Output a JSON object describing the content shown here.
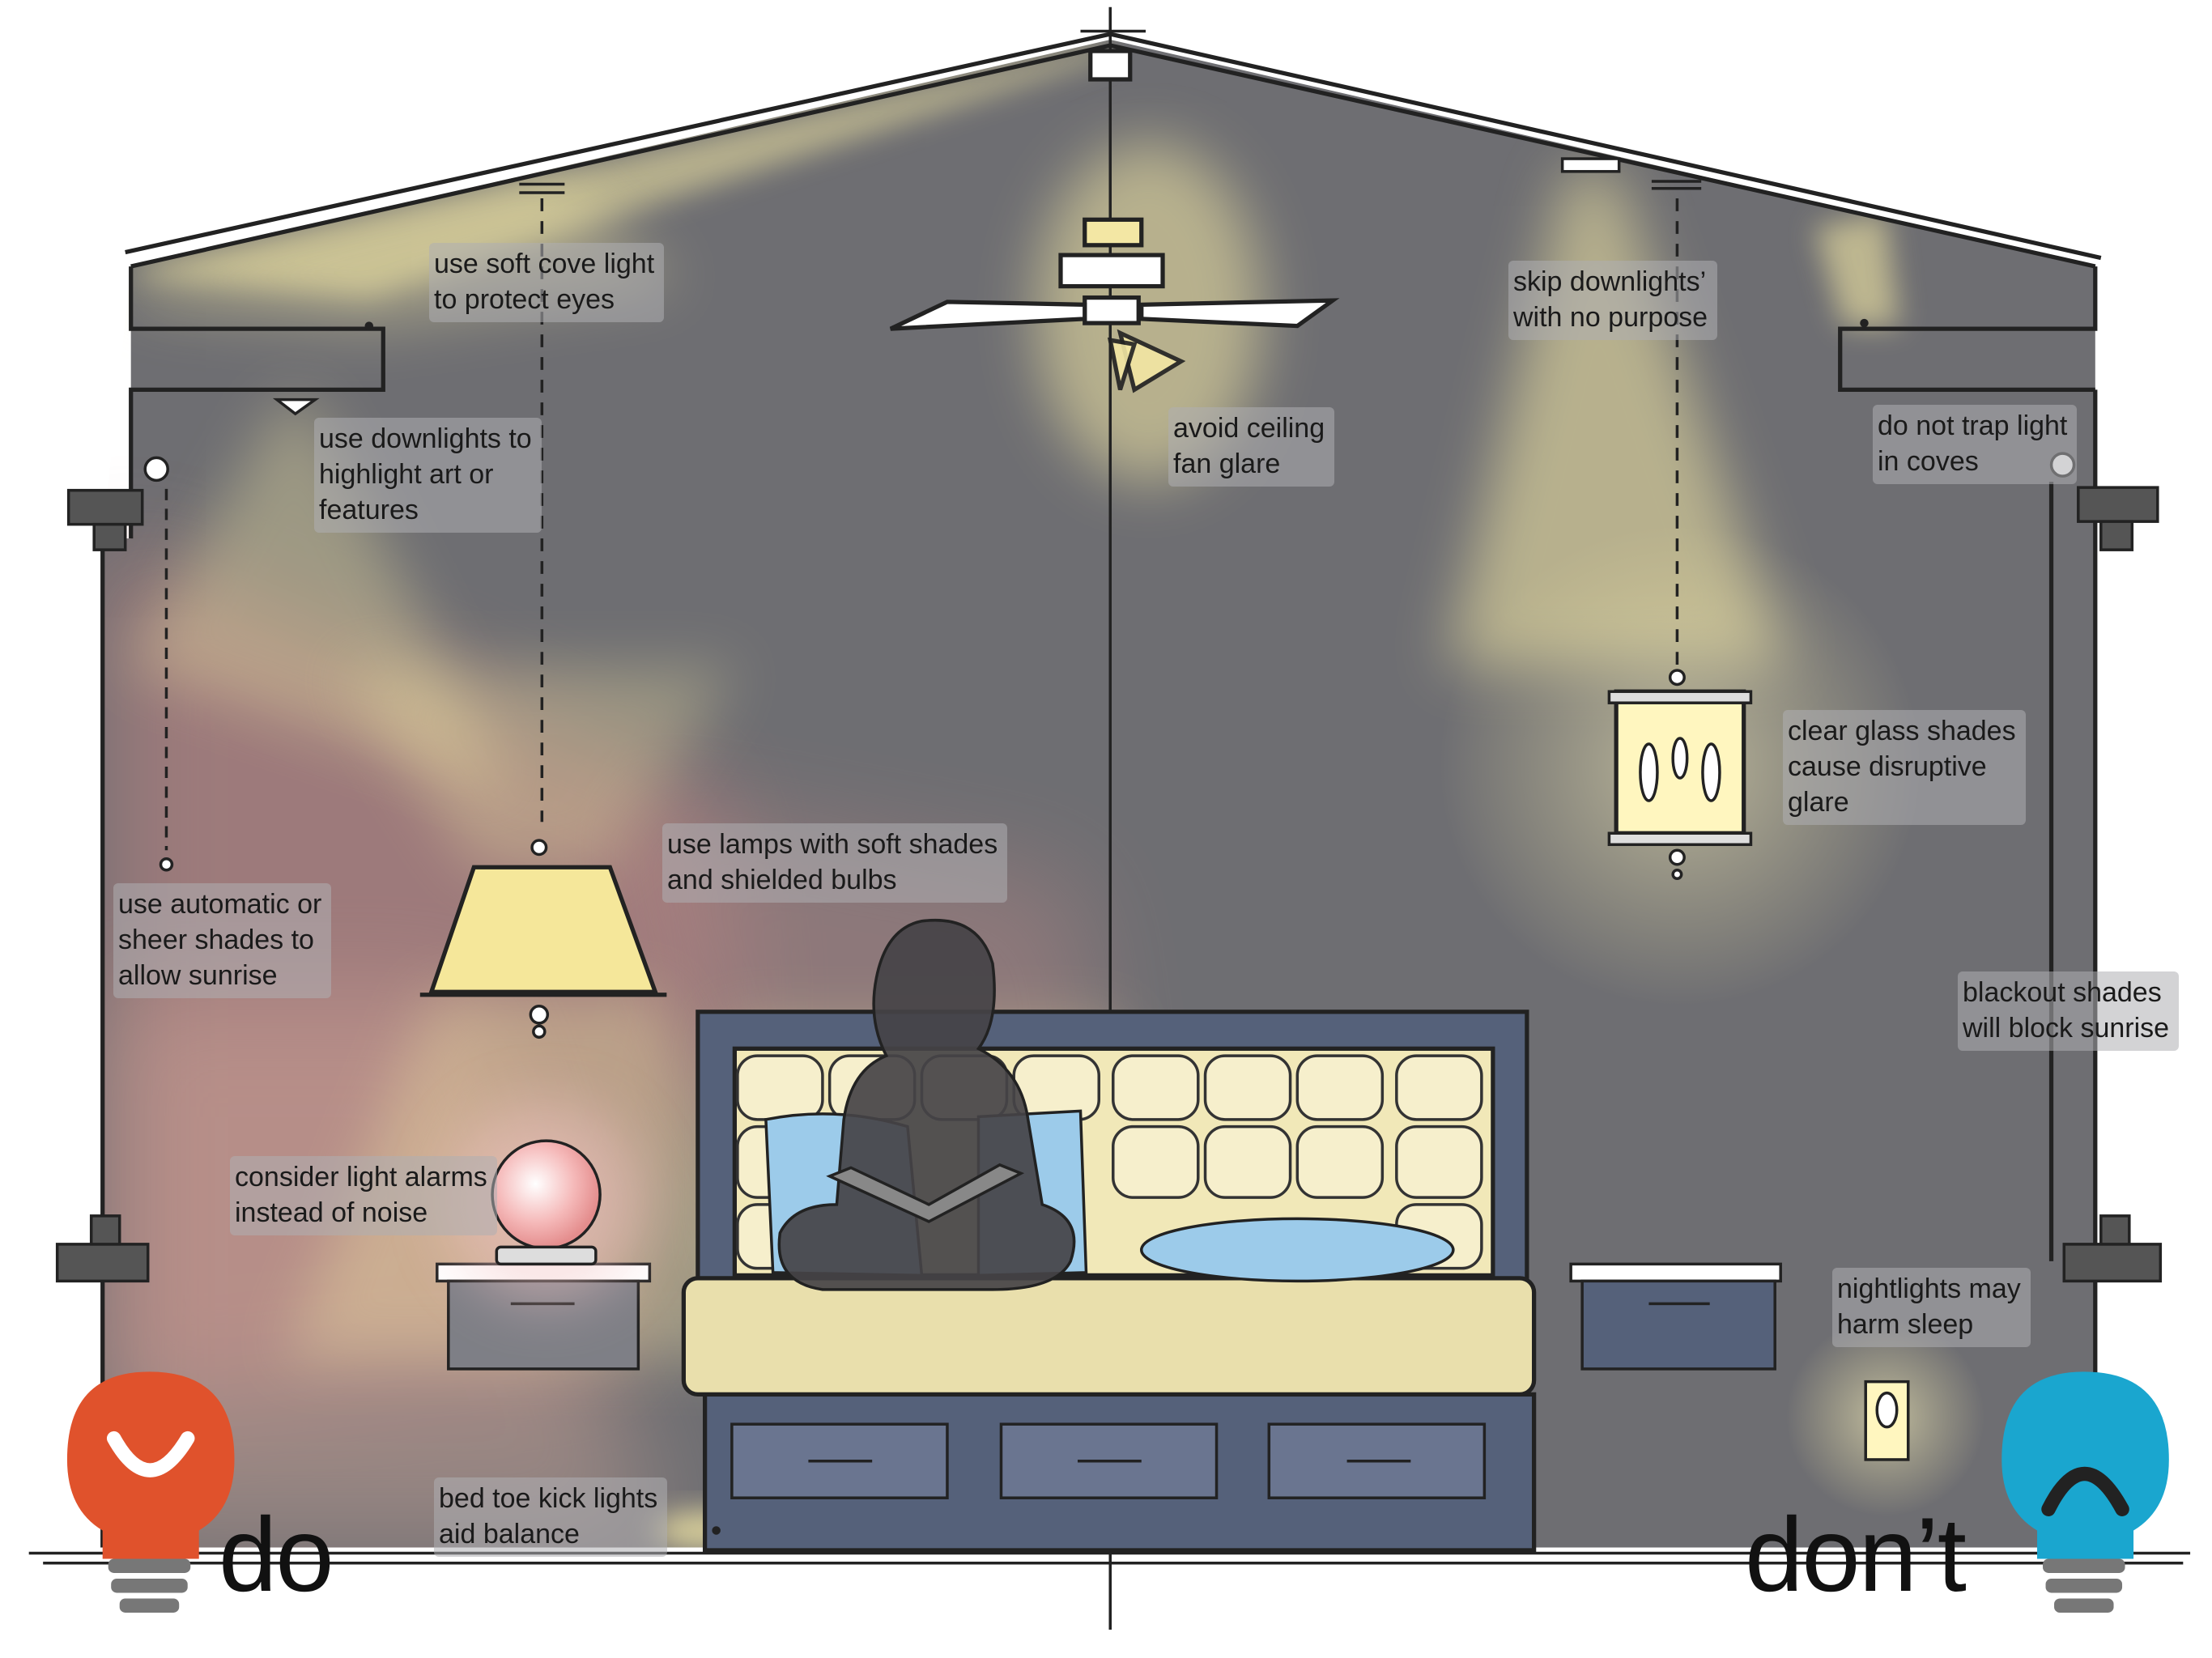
{
  "notes": {
    "cove_light": "use soft cove light\nto protect eyes",
    "downlights_art": "use downlights to\nhighlight art or\nfeatures",
    "ceiling_fan": "avoid ceiling\nfan glare",
    "skip_downlights": "skip downlights’\nwith no purpose",
    "trap_light": "do not trap light\nin coves",
    "clear_glass": "clear glass shades\ncause disruptive\nglare",
    "lamps_shades": "use lamps with soft shades\nand shielded bulbs",
    "automatic_shades": "use automatic or\nsheer shades to\nallow sunrise",
    "blackout_shades": "blackout shades\nwill block sunrise",
    "light_alarms": "consider light alarms\ninstead of noise",
    "nightlights": "nightlights may\nharm sleep",
    "toe_kick": "bed toe kick lights\naid balance"
  },
  "labels": {
    "do": "do",
    "dont": "don’t"
  },
  "colors": {
    "wall": "#6e6e72",
    "warm_light": "#f3e7a4",
    "sunrise_red": "#d68a86",
    "do_bulb": "#e0522c",
    "dont_bulb": "#1aa6cf",
    "bed_frame": "#55617a",
    "headboard": "#f1e8b8",
    "person": "#454347",
    "pillow_blue": "#9ccbea"
  },
  "icons": [
    "happy-bulb-icon",
    "sad-bulb-icon",
    "ceiling-fan-icon",
    "pendant-lantern-icon",
    "table-lamp-icon",
    "alarm-orb-icon",
    "nightlight-icon",
    "window-icon"
  ]
}
